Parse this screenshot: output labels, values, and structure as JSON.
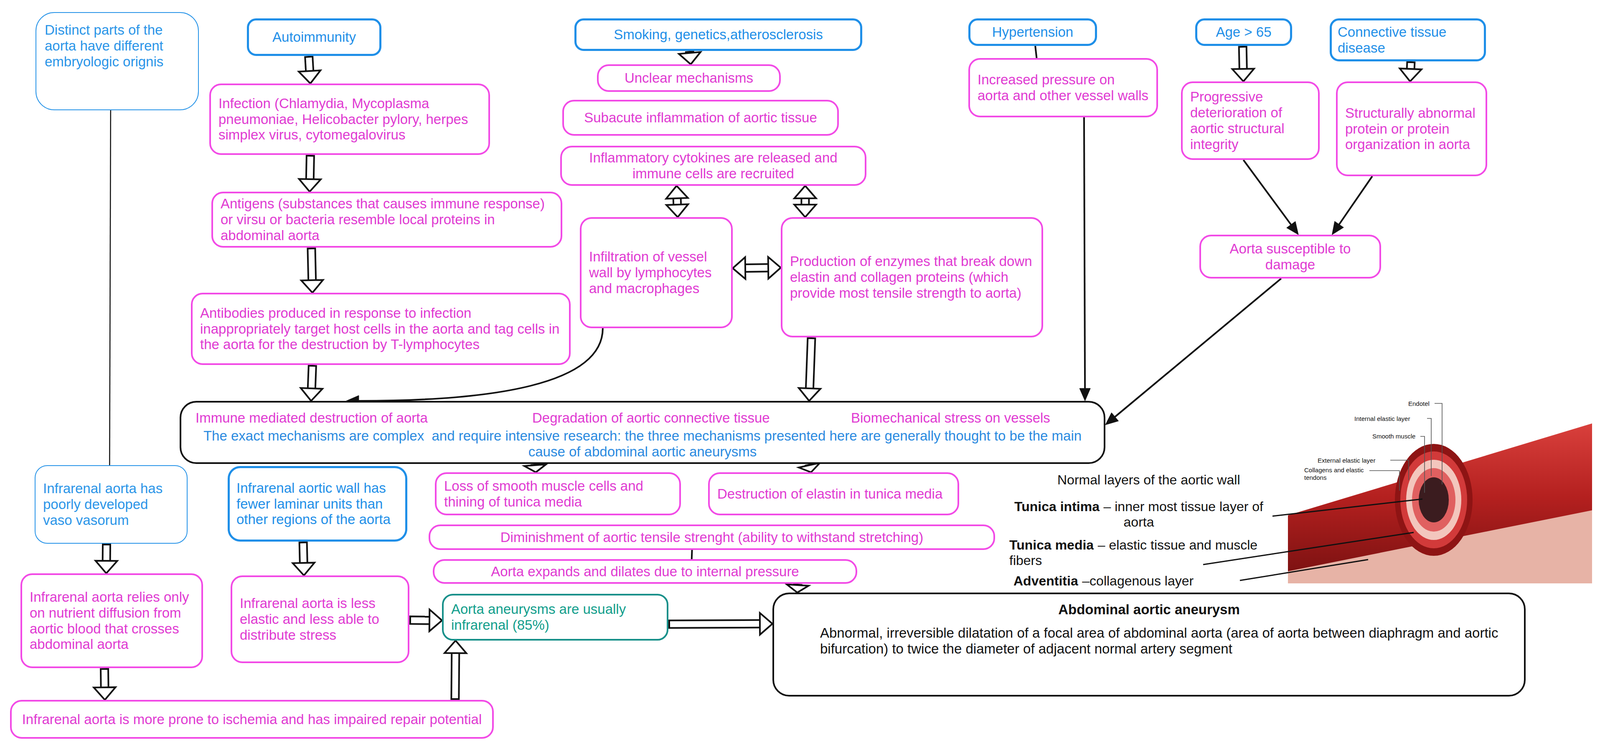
{
  "diagram": {
    "nodes": [
      {
        "text": [
          "Distinct parts of the aorta have different embryologic orignis"
        ]
      },
      {
        "text": [
          "Autoimmunity"
        ]
      },
      {
        "text": [
          "Smoking, genetics,atherosclerosis"
        ]
      },
      {
        "text": [
          "Hypertension"
        ]
      },
      {
        "text": [
          "Age > 65"
        ]
      },
      {
        "text": [
          "Connective tissue disease"
        ]
      },
      {
        "text": [
          "Infection (Chlamydia, Mycoplasma pneumoniae, Helicobacter pylory, herpes simplex virus, cytomegalovirus"
        ]
      },
      {
        "text": [
          "Unclear mechanisms"
        ]
      },
      {
        "text": [
          "Subacute inflammation of aortic tissue"
        ]
      },
      {
        "text": [
          "Increased pressure on aorta and other vessel walls"
        ]
      },
      {
        "text": [
          "Progressive deterioration of aortic structural integrity"
        ]
      },
      {
        "text": [
          "Structurally abnormal protein or protein organization in aorta"
        ]
      },
      {
        "text": [
          "Inflammatory cytokines are released and immune cells are recruited"
        ]
      },
      {
        "text": [
          "Antigens (substances that causes immune response) or virsu or bacteria resemble local proteins in abdominal aorta"
        ]
      },
      {
        "text": [
          "Infiltration of vessel wall by lymphocytes and macrophages"
        ]
      },
      {
        "text": [
          "Production of enzymes that break down elastin and collagen proteins (which provide most tensile strength to aorta)"
        ]
      },
      {
        "text": [
          "Aorta susceptible to damage"
        ]
      },
      {
        "text": [
          "Antibodies produced in response to infection inappropriately target host cells in the aorta and tag cells in the aorta for the destruction by T-lymphocytes"
        ]
      },
      {
        "text": [
          "Immune mediated destruction of aorta",
          "Degradation of aortic connective tissue",
          "Biomechanical stress on vessels",
          "The exact mechanisms are complex  and require intensive research: the three mechanisms presented here are generally thought to be the main cause of abdominal aortic aneurysms"
        ]
      },
      {
        "text": [
          "Infrarenal aorta has poorly developed vaso vasorum"
        ]
      },
      {
        "text": [
          "Infrarenal aortic wall has fewer laminar units than other regions of the aorta"
        ]
      },
      {
        "text": [
          "Loss of smooth muscle cells and thining of tunica media"
        ]
      },
      {
        "text": [
          "Destruction of elastin in tunica media"
        ]
      },
      {
        "text": [
          "Diminishment of aortic tensile strenght (ability to withstand stretching)"
        ]
      },
      {
        "text": [
          "Aorta expands and dilates due to internal pressure"
        ]
      },
      {
        "text": [
          "Infrarenal aorta relies only on nutrient diffusion from aortic blood that crosses abdominal aorta"
        ]
      },
      {
        "text": [
          "Infrarenal aorta is less elastic and less able to distribute stress"
        ]
      },
      {
        "text": [
          "Aorta aneurysms are usually infrarenal (85%)"
        ]
      },
      {
        "text": [
          "Abdominal aortic aneurysm",
          "Abnormal, irreversible dilatation of a focal area of abdominal aorta (area of aorta between diaphragm and aortic bifurcation) to twice the diameter of adjacent normal artery segment"
        ]
      },
      {
        "text": [
          "Infrarenal aorta is more prone to ischemia and has impaired repair potential"
        ]
      }
    ],
    "edges": [
      {
        "from": 1,
        "to": 6,
        "arrow": "to"
      },
      {
        "from": 6,
        "to": 13,
        "arrow": "to"
      },
      {
        "from": 13,
        "to": 17,
        "arrow": "to"
      },
      {
        "from": 17,
        "to": 18,
        "arrow": "to"
      },
      {
        "from": 14,
        "to": 18,
        "arrow": "to"
      },
      {
        "from": 2,
        "to": 7,
        "arrow": "to"
      },
      {
        "from": 12,
        "to": 14,
        "arrow": "both"
      },
      {
        "from": 12,
        "to": 15,
        "arrow": "both"
      },
      {
        "from": 14,
        "to": 15,
        "arrow": "both"
      },
      {
        "from": 15,
        "to": 18,
        "arrow": "to"
      },
      {
        "from": 3,
        "to": 9,
        "arrow": "none"
      },
      {
        "from": 9,
        "to": 18,
        "arrow": "to"
      },
      {
        "from": 4,
        "to": 10,
        "arrow": "to"
      },
      {
        "from": 5,
        "to": 11,
        "arrow": "to"
      },
      {
        "from": 10,
        "to": 16,
        "arrow": "to"
      },
      {
        "from": 11,
        "to": 16,
        "arrow": "to"
      },
      {
        "from": 16,
        "to": 18,
        "arrow": "to"
      },
      {
        "from": 18,
        "to": 21,
        "arrow": "to"
      },
      {
        "from": 18,
        "to": 22,
        "arrow": "to"
      },
      {
        "from": 23,
        "to": 24,
        "arrow": "none"
      },
      {
        "from": 24,
        "to": 28,
        "arrow": "to"
      },
      {
        "from": 0,
        "to": 19,
        "arrow": "none"
      },
      {
        "from": 19,
        "to": 25,
        "arrow": "to"
      },
      {
        "from": 25,
        "to": 29,
        "arrow": "to"
      },
      {
        "from": 29,
        "to": 27,
        "arrow": "to"
      },
      {
        "from": 20,
        "to": 26,
        "arrow": "to"
      },
      {
        "from": 26,
        "to": 27,
        "arrow": "to"
      },
      {
        "from": 27,
        "to": 28,
        "arrow": "to"
      }
    ],
    "labels": [
      "Normal layers of the aortic wall",
      "Tunica intima",
      "– inner most tissue layer of aorta",
      "Tunica media",
      "– elastic tissue and muscle fibers",
      "Adventitia",
      "–collagenous layer",
      "Endotel",
      "Internal elastic layer",
      "Smooth muscle",
      "External elastic layer",
      "Collagens and elastic tendons"
    ]
  }
}
